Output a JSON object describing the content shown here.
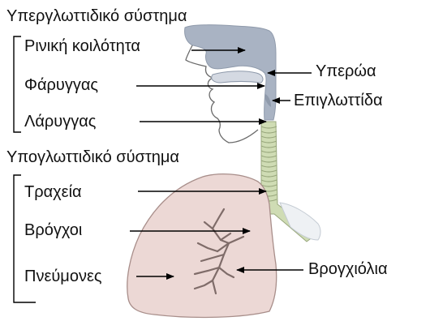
{
  "diagram": {
    "upper_section": {
      "title": "Υπεργλωττιδικό σύστημα",
      "items": [
        "Ρινική κοιλότητα",
        "Φάρυγγας",
        "Λάρυγγας"
      ]
    },
    "lower_section": {
      "title": "Υπογλωττιδικό σύστημα",
      "items": [
        "Τραχεία",
        "Βρόγχοι",
        "Πνεύμονες"
      ]
    },
    "right_labels": [
      "Υπερώα",
      "Επιγλωττίδα",
      "Βρογχιόλια"
    ],
    "colors": {
      "airway_gray": "#a9b3c3",
      "airway_dark": "#8f9aab",
      "trachea_green": "#cfdcb4",
      "trachea_stroke": "#98a77c",
      "lung_fill": "#ecd8d5",
      "lung_stroke": "#a88e8a",
      "bronchi_color": "#7f6c69",
      "face_outline": "#6a6a6a",
      "arrow": "#000000",
      "text": "#111111"
    }
  }
}
